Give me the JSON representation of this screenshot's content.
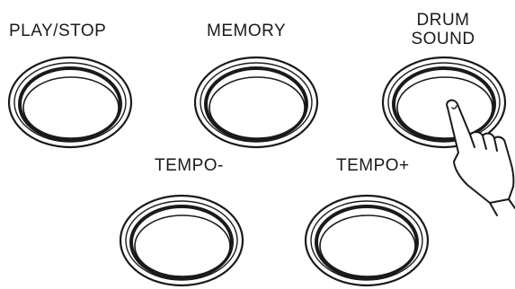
{
  "buttons": [
    {
      "id": "play_stop",
      "label": "PLAY/STOP"
    },
    {
      "id": "memory",
      "label": "MEMORY"
    },
    {
      "id": "drum_sound",
      "label_lines": [
        "DRUM",
        "SOUND"
      ]
    },
    {
      "id": "tempo_minus",
      "label": "TEMPO-"
    },
    {
      "id": "tempo_plus",
      "label": "TEMPO+"
    }
  ],
  "colors": {
    "line": "#1a1a1a",
    "background": "#ffffff"
  },
  "icons": [
    "pointing-hand-icon"
  ]
}
